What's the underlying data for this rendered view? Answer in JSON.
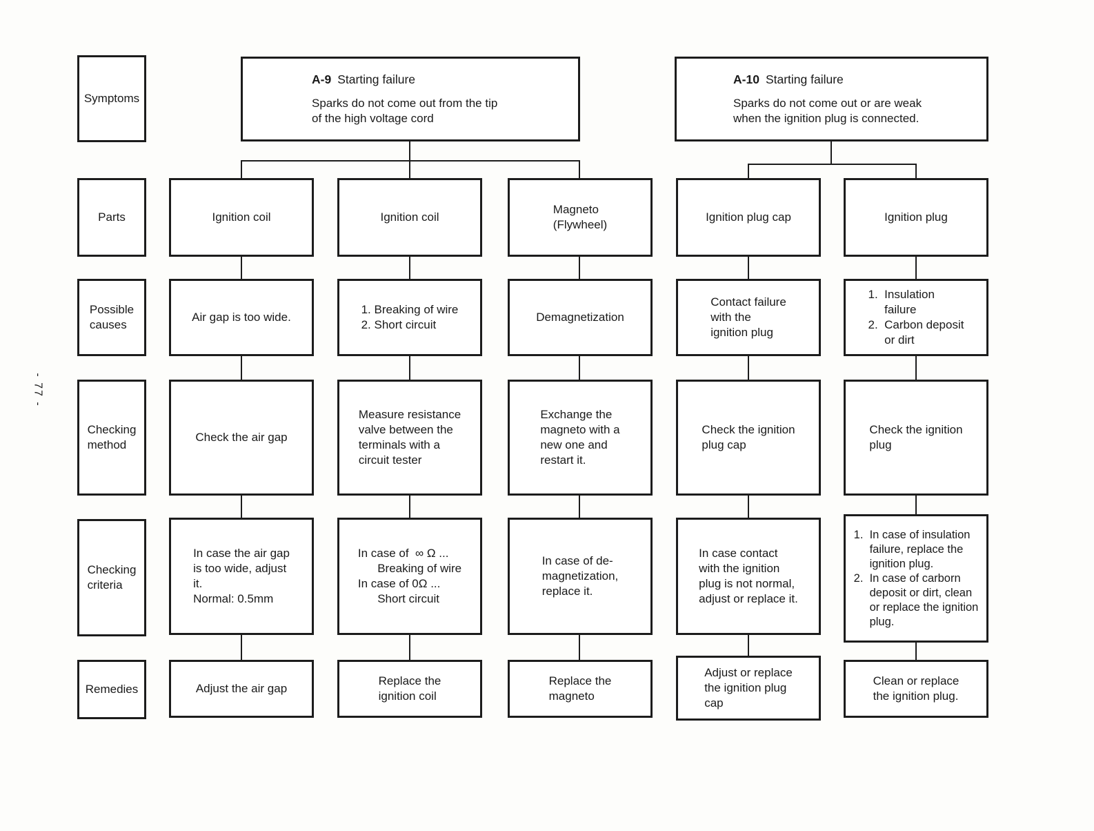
{
  "page": {
    "number": "- 77 -"
  },
  "rows": {
    "symptoms": "Symptoms",
    "parts": "Parts",
    "possible_causes": "Possible\ncauses",
    "checking_method": "Checking\nmethod",
    "checking_criteria": "Checking\ncriteria",
    "remedies": "Remedies"
  },
  "headers": [
    {
      "code": "A-9",
      "title": "Starting failure",
      "desc": "Sparks do not come out from the tip\nof the high voltage cord"
    },
    {
      "code": "A-10",
      "title": "Starting failure",
      "desc": "Sparks do not come out or are weak\nwhen the ignition plug is connected."
    }
  ],
  "columns": [
    {
      "part": "Ignition coil",
      "cause": "Air gap is too wide.",
      "method": "Check the air gap",
      "criteria": "In case the air gap\nis too wide, adjust\nit.\nNormal: 0.5mm",
      "remedy": "Adjust the air gap"
    },
    {
      "part": "Ignition coil",
      "cause": "1. Breaking of wire\n2. Short circuit",
      "method": "Measure resistance\nvalve between the\nterminals with a\ncircuit tester",
      "criteria": "In case of  ∞ Ω ...\n      Breaking of wire\nIn case of 0Ω ...\n      Short circuit",
      "remedy": "Replace the\nignition coil"
    },
    {
      "part": "Magneto\n(Flywheel)",
      "cause": "Demagnetization",
      "method": "Exchange the\nmagneto with a\nnew one and\nrestart it.",
      "criteria": "In case of de-\nmagnetization,\nreplace it.",
      "remedy": "Replace the\nmagneto"
    },
    {
      "part": "Ignition plug cap",
      "cause": "Contact failure\nwith the\nignition plug",
      "method": "Check the ignition\nplug cap",
      "criteria": "In case contact\nwith the ignition\nplug is not normal,\nadjust or replace it.",
      "remedy": "Adjust or replace\nthe ignition plug\ncap"
    },
    {
      "part": "Ignition plug",
      "cause": "1.  Insulation\n     failure\n2.  Carbon deposit\n     or dirt",
      "method": "Check the ignition\nplug",
      "criteria": "1.  In case of insulation\n     failure, replace the\n     ignition plug.\n2.  In case of carborn\n     deposit or dirt, clean\n     or replace the ignition\n     plug.",
      "remedy": "Clean or replace\nthe ignition plug."
    }
  ]
}
